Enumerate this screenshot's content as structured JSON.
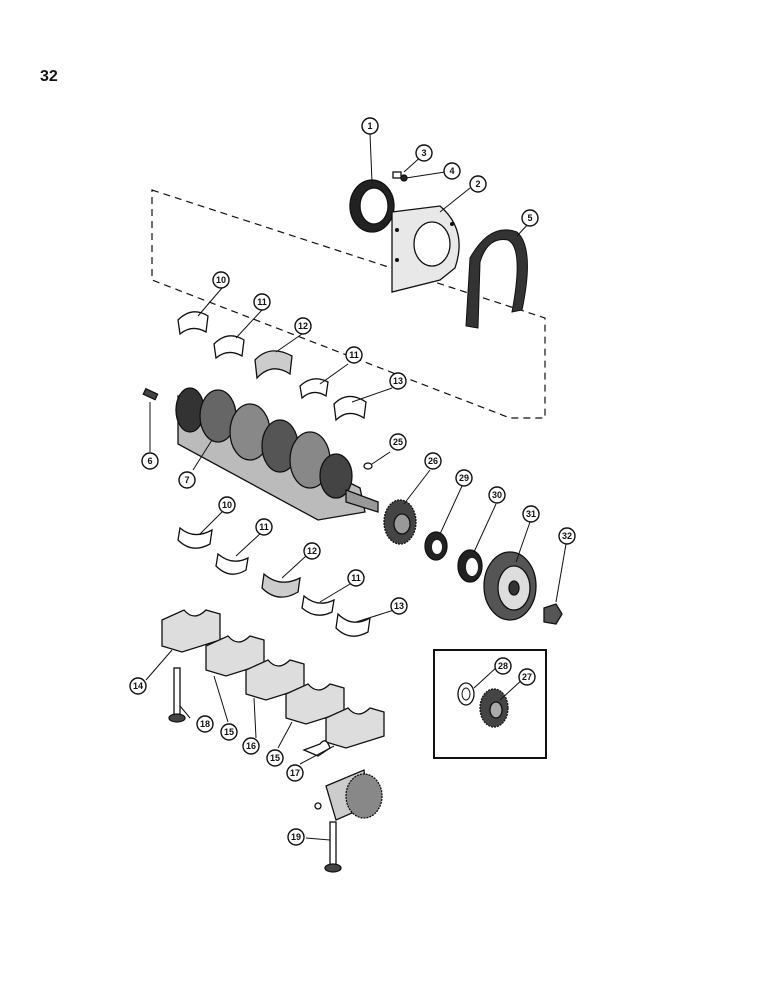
{
  "page": {
    "number": "32"
  },
  "callouts": [
    "1",
    "2",
    "3",
    "4",
    "5",
    "6",
    "7",
    "10",
    "11",
    "12",
    "11",
    "13",
    "25",
    "26",
    "29",
    "30",
    "31",
    "32",
    "10",
    "11",
    "12",
    "11",
    "13",
    "14",
    "18",
    "15",
    "16",
    "15",
    "17",
    "19",
    "28",
    "27"
  ]
}
